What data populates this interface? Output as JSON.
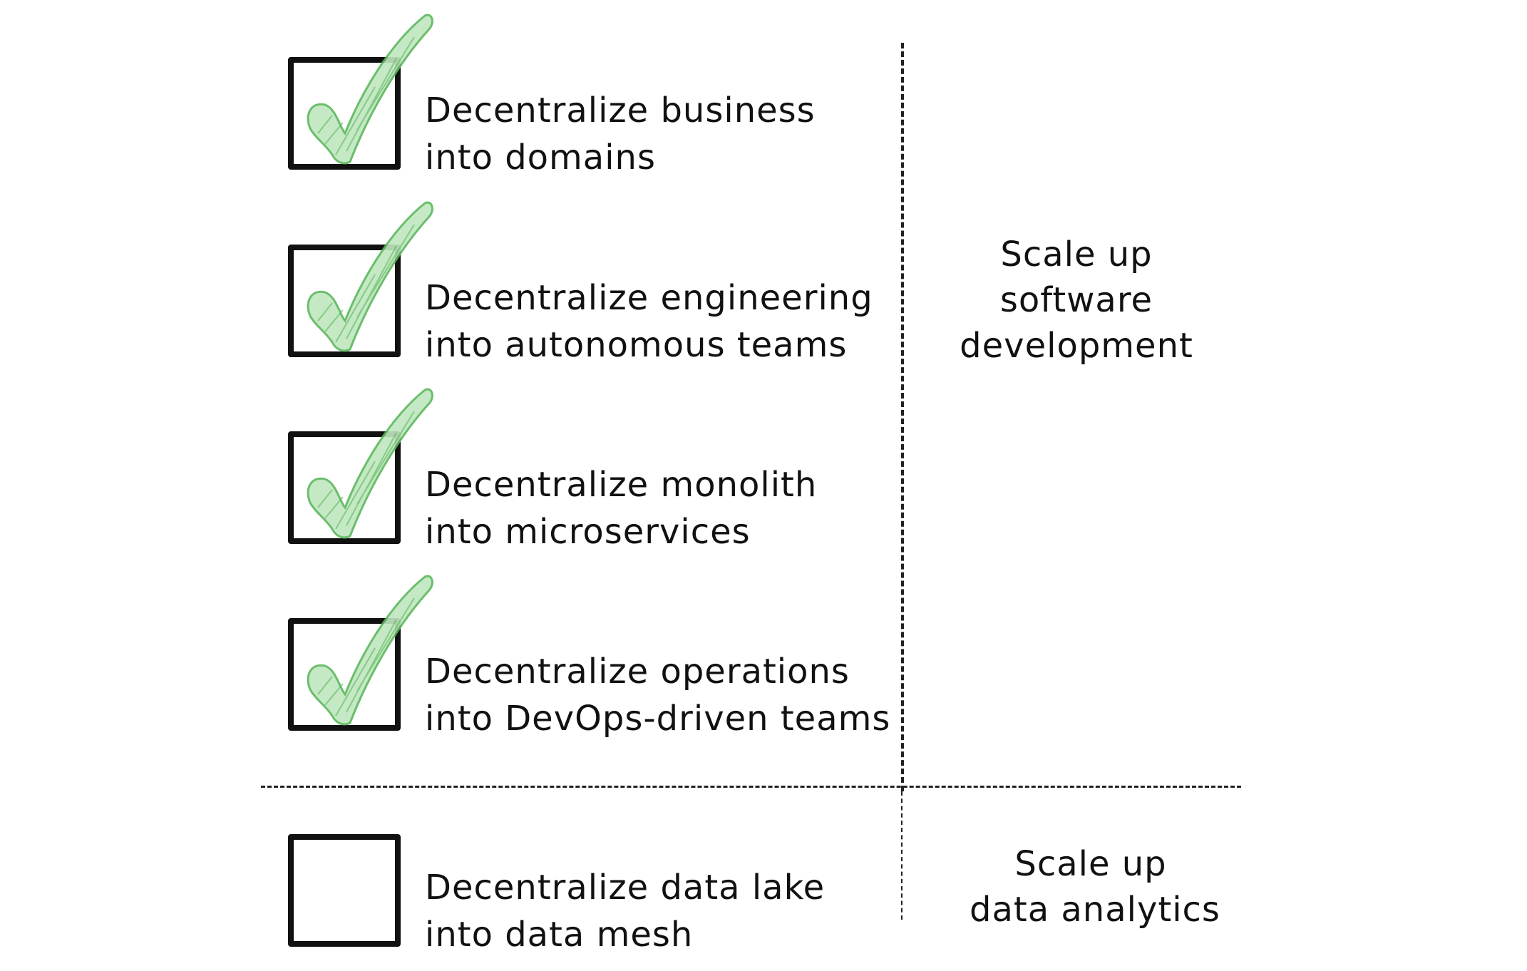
{
  "items": [
    {
      "line1": "Decentralize business",
      "line2": "into domains",
      "checked": true
    },
    {
      "line1": "Decentralize engineering",
      "line2": "into autonomous teams",
      "checked": true
    },
    {
      "line1": "Decentralize monolith",
      "line2": "into microservices",
      "checked": true
    },
    {
      "line1": "Decentralize operations",
      "line2": "into DevOps-driven teams",
      "checked": true
    },
    {
      "line1": "Decentralize data lake",
      "line2": "into data mesh",
      "checked": false
    }
  ],
  "groups": {
    "software": {
      "line1": "Scale up",
      "line2": "software",
      "line3": "development"
    },
    "data": {
      "line1": "Scale up",
      "line2": "data analytics"
    }
  },
  "colors": {
    "check": "#5cb85c",
    "ink": "#111111"
  }
}
